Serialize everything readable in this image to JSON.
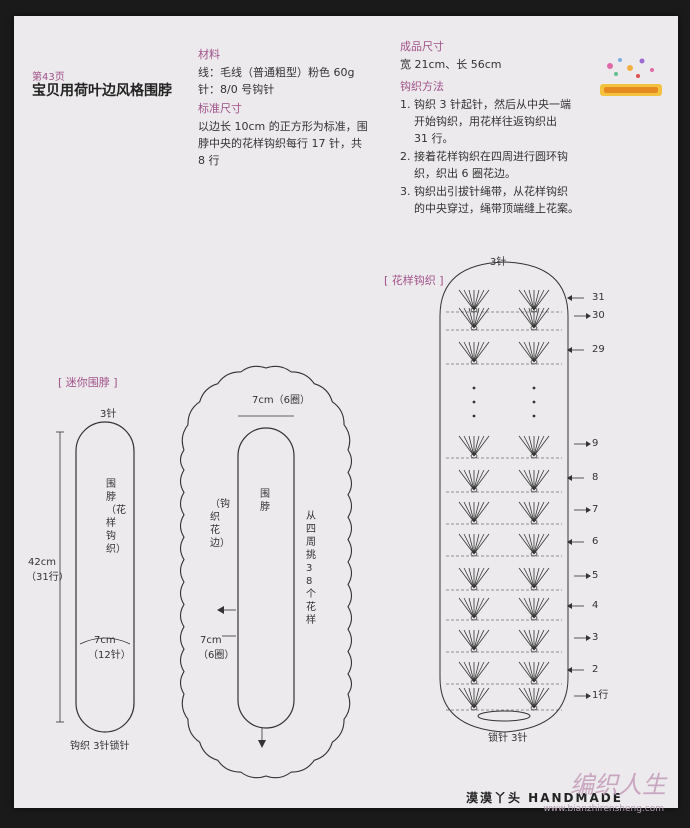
{
  "page_label": "第43页",
  "title": "宝贝用荷叶边风格围脖",
  "materials": {
    "heading": "材料",
    "line1": "线：毛线（普通粗型）粉色 60g",
    "line2": "针：8/0 号钩针"
  },
  "gauge": {
    "heading": "标准尺寸",
    "line1": "以边长 10cm 的正方形为标准，围",
    "line2": "脖中央的花样钩织每行 17 针，共",
    "line3": "8 行"
  },
  "size": {
    "heading": "成品尺寸",
    "text": "宽 21cm、长 56cm"
  },
  "method": {
    "heading": "钩织方法",
    "steps": [
      "1. 钩织 3 针起针，然后从中央一端",
      "开始钩织，用花样往返钩织出",
      "31 行。",
      "2. 接着花样钩织在四周进行圆环钩",
      "织，织出 6 圈花边。",
      "3. 钩织出引拔针绳带，从花样钩织",
      "的中央穿过，绳带顶端缝上花案。"
    ]
  },
  "mini": {
    "heading": "[ 迷你围脖 ]",
    "top": "3针",
    "length_cm": "42cm",
    "length_rows": "（31行）",
    "center_label": "围脖（花样钩织）",
    "width_cm": "7cm",
    "width_sts": "（12针）",
    "bottom": "钩织 3针锁针"
  },
  "frill": {
    "top_label": "7cm（6圈）",
    "side_label": "（钩织花边）",
    "center_label": "围脖",
    "right_label": "从四周挑38个花样",
    "left_cm": "7cm",
    "left_rounds": "（6圈）"
  },
  "pattern": {
    "heading": "[ 花样钩织 ]",
    "top": "3针",
    "bottom": "锁针 3针",
    "rows": [
      "31",
      "30",
      "29",
      "9",
      "8",
      "7",
      "6",
      "5",
      "4",
      "3",
      "2",
      "1行"
    ]
  },
  "watermark": {
    "text": "编织人生",
    "url": "www.bianzhirensheng.com",
    "brand": "漠漠丫头 HANDMADE"
  },
  "colors": {
    "accent": "#a0528a",
    "paper": "#eceaec",
    "ink": "#333333"
  }
}
